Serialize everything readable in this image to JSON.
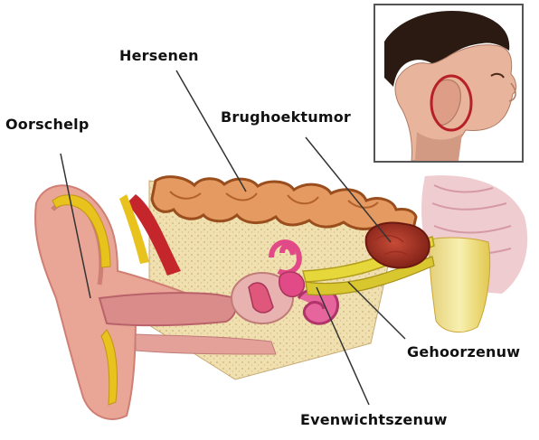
{
  "labels": {
    "brain": "Hersenen",
    "auricle": "Oorschelp",
    "tumor": "Brughoektumor",
    "cochlear_nerve": "Gehoorzenuw",
    "vestibular_nerve": "Evenwichtszenuw"
  },
  "colors": {
    "skin": "#e9a596",
    "skin_shadow": "#cf7f74",
    "bone": "#f0e0b0",
    "bone_dot": "#c9b07a",
    "fat_yellow": "#e8c21d",
    "brain_orange": "#e59a62",
    "brain_outline": "#9a4e1d",
    "tumor_red": "#b23a2b",
    "nerve_yellow": "#e6d83a",
    "brainstem_pink": "#ecc3c8",
    "inner_ear_pink": "#e14a86",
    "inset_frame": "#555555",
    "hair": "#2a1a12"
  },
  "icons": [
    "ear-anatomy-illustration",
    "head-profile-inset"
  ]
}
